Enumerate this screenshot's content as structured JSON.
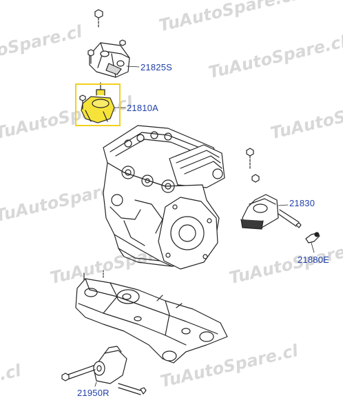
{
  "watermark": {
    "text": "TuAutoSpare.cl",
    "prefix_text": "TuAutoSpare.cl",
    "fragment_left": "oSpare.cl",
    "fragment_right": "TuAutoSpare",
    "fragment_top": "TuAutoSpare.cl",
    "fragment_cl": ".cl"
  },
  "parts": [
    {
      "id": "p1",
      "number": "21825S"
    },
    {
      "id": "p2",
      "number": "21810A",
      "highlighted": true
    },
    {
      "id": "p3",
      "number": "21830"
    },
    {
      "id": "p4",
      "number": "21880E"
    },
    {
      "id": "p5",
      "number": "21950R"
    }
  ],
  "colors": {
    "label": "#1f3fa8",
    "highlight_border": "#f2cf1c",
    "highlight_fill": "#f6e33a",
    "line": "#222222",
    "watermark": "#d4d4d4"
  }
}
